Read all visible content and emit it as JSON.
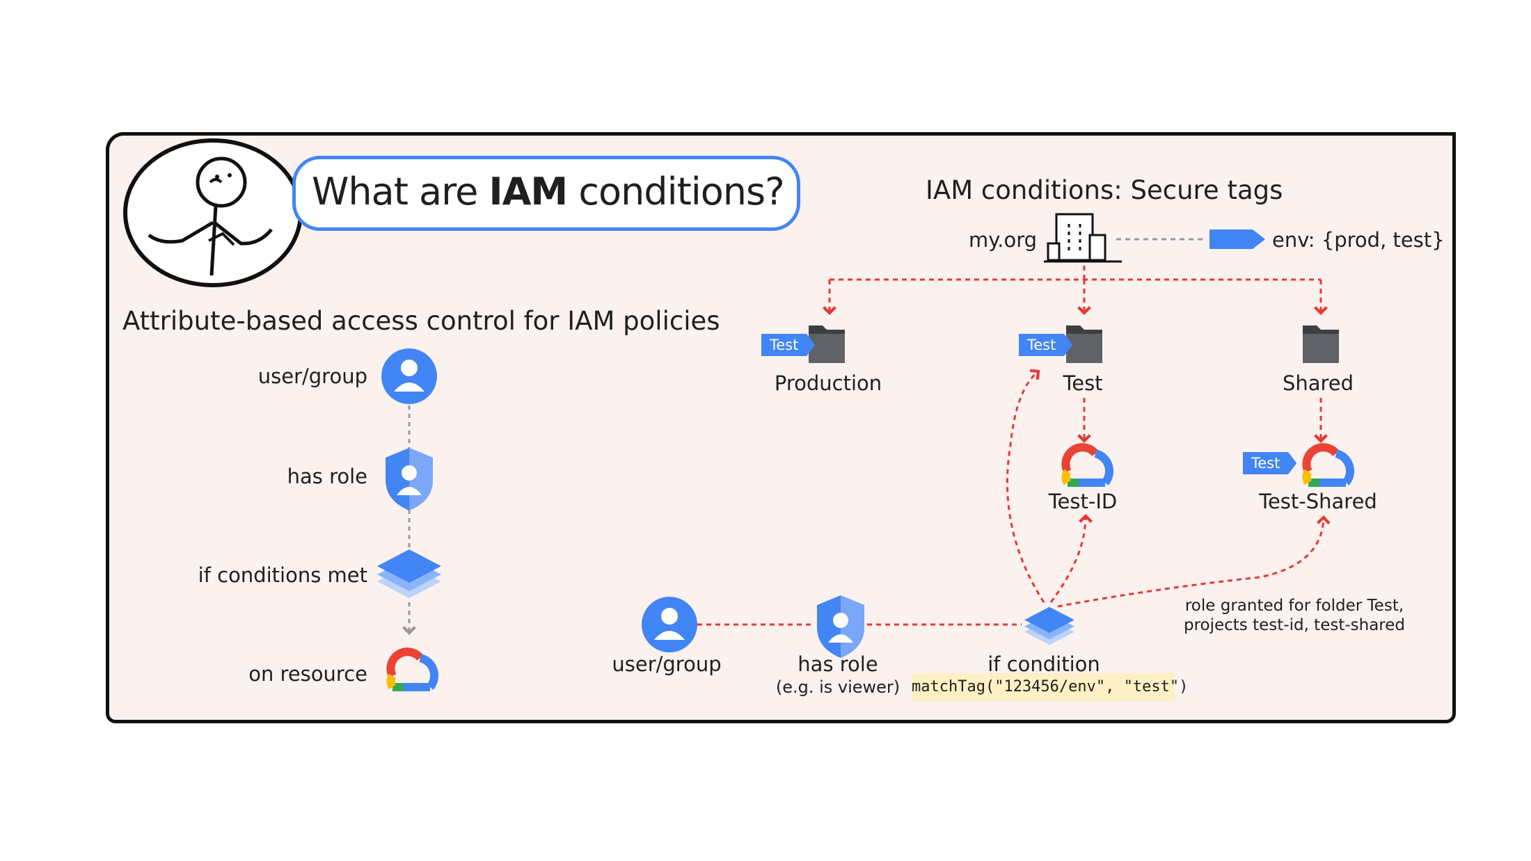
{
  "title": {
    "prefix": "What are ",
    "bold": "IAM",
    "suffix": " conditions?"
  },
  "left": {
    "subtitle": "Attribute-based access control for IAM policies",
    "steps": [
      "user/group",
      "has role",
      "if conditions met",
      "on resource"
    ]
  },
  "right": {
    "heading": "IAM conditions: Secure tags",
    "org": "my.org",
    "tag_def": "env: {prod, test}",
    "folders": [
      "Production",
      "Test",
      "Shared"
    ],
    "projects": [
      "Test-ID",
      "Test-Shared"
    ],
    "tag_label": "Test",
    "flow": {
      "user": "user/group",
      "role": "has role",
      "role_note": "(e.g. is viewer)",
      "condition": "if condition",
      "expression": "matchTag(\"123456/env\", \"test\")"
    },
    "grant_note_1": "role granted for folder Test,",
    "grant_note_2": "projects test-id, test-shared"
  },
  "colors": {
    "accent": "#4285f4",
    "arrow": "#e53935",
    "card": "#fbf1ee",
    "code_bg": "#fdf0c4"
  },
  "icons": [
    "stick-figure-icon",
    "user-icon",
    "shield-icon",
    "layers-icon",
    "cloud-icon",
    "building-icon",
    "tag-icon",
    "folder-icon"
  ]
}
